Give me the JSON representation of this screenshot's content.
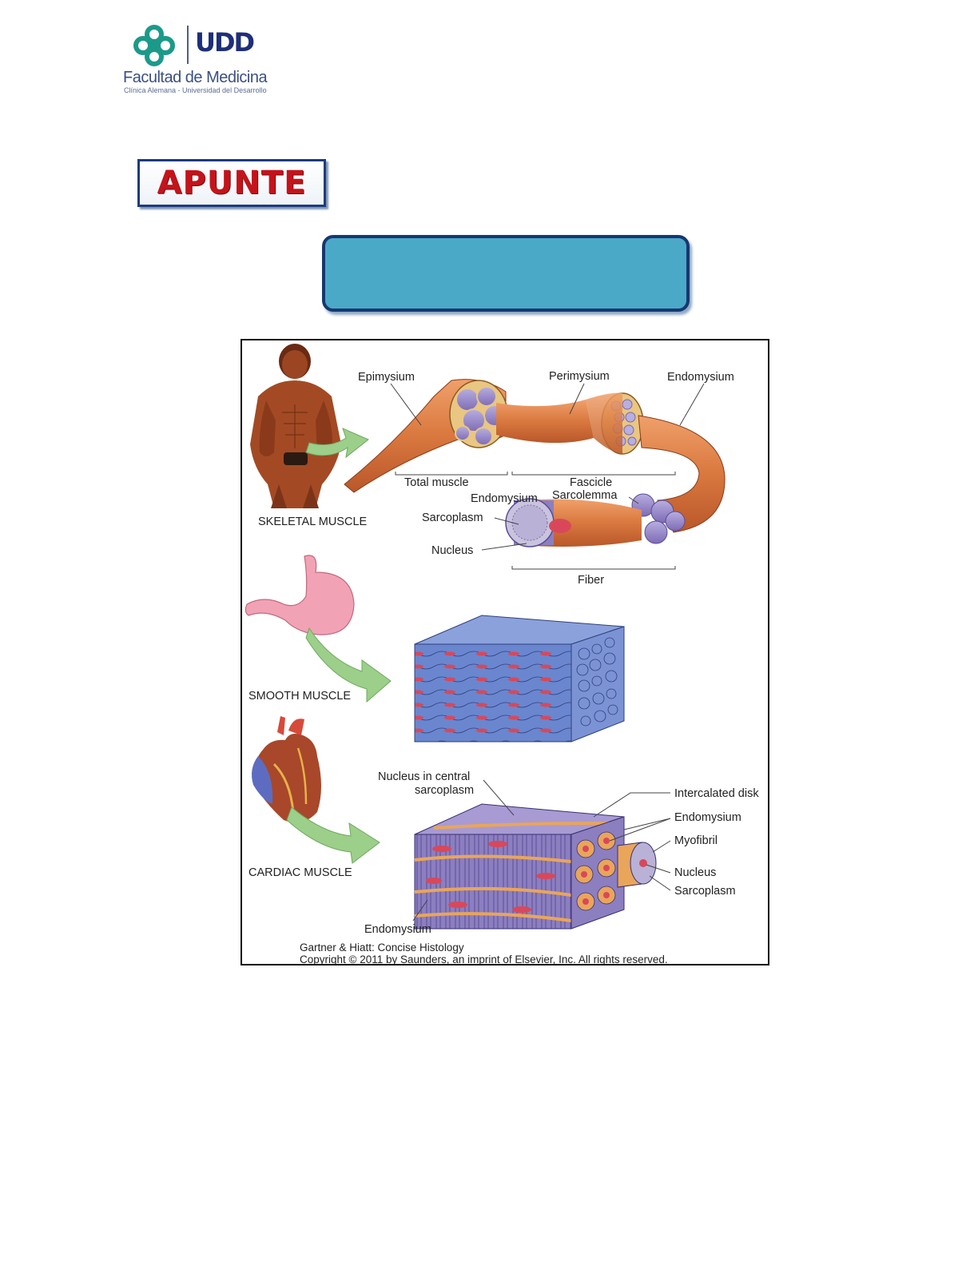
{
  "header": {
    "logo": {
      "brand_text": "UDD",
      "faculty": "Facultad de Medicina",
      "subtitle": "Clínica Alemana - Universidad del Desarrollo"
    },
    "label": "APUNTE"
  },
  "title_box": {
    "text": ""
  },
  "figure": {
    "skeletal": {
      "caption": "SKELETAL MUSCLE",
      "labels": {
        "epimysium": "Epimysium",
        "perimysium": "Perimysium",
        "endomysium_top": "Endomysium",
        "total_muscle": "Total muscle",
        "fascicle": "Fascicle",
        "endomysium_mid": "Endomysium",
        "sarcolemma": "Sarcolemma",
        "sarcoplasm": "Sarcoplasm",
        "nucleus": "Nucleus",
        "fiber": "Fiber"
      }
    },
    "smooth": {
      "caption": "SMOOTH MUSCLE"
    },
    "cardiac": {
      "caption": "CARDIAC MUSCLE",
      "labels": {
        "nucleus_central_1": "Nucleus in central",
        "nucleus_central_2": "sarcoplasm",
        "intercalated_disk": "Intercalated disk",
        "endomysium_right": "Endomysium",
        "myofibril": "Myofibril",
        "nucleus": "Nucleus",
        "sarcoplasm": "Sarcoplasm",
        "endomysium_bottom": "Endomysium"
      }
    },
    "credit": {
      "line1": "Gartner & Hiatt: Concise Histology",
      "line2": "Copyright © 2011 by Saunders, an imprint of Elsevier, Inc. All rights reserved."
    },
    "colors": {
      "muscle": "#d9783f",
      "fascicle_purple": "#9d8cc9",
      "smooth_blue": "#5a78c4",
      "nucleus_red": "#d8485a",
      "arrow_green": "#9ccf8a",
      "stomach_pink": "#f2a2b5"
    }
  }
}
